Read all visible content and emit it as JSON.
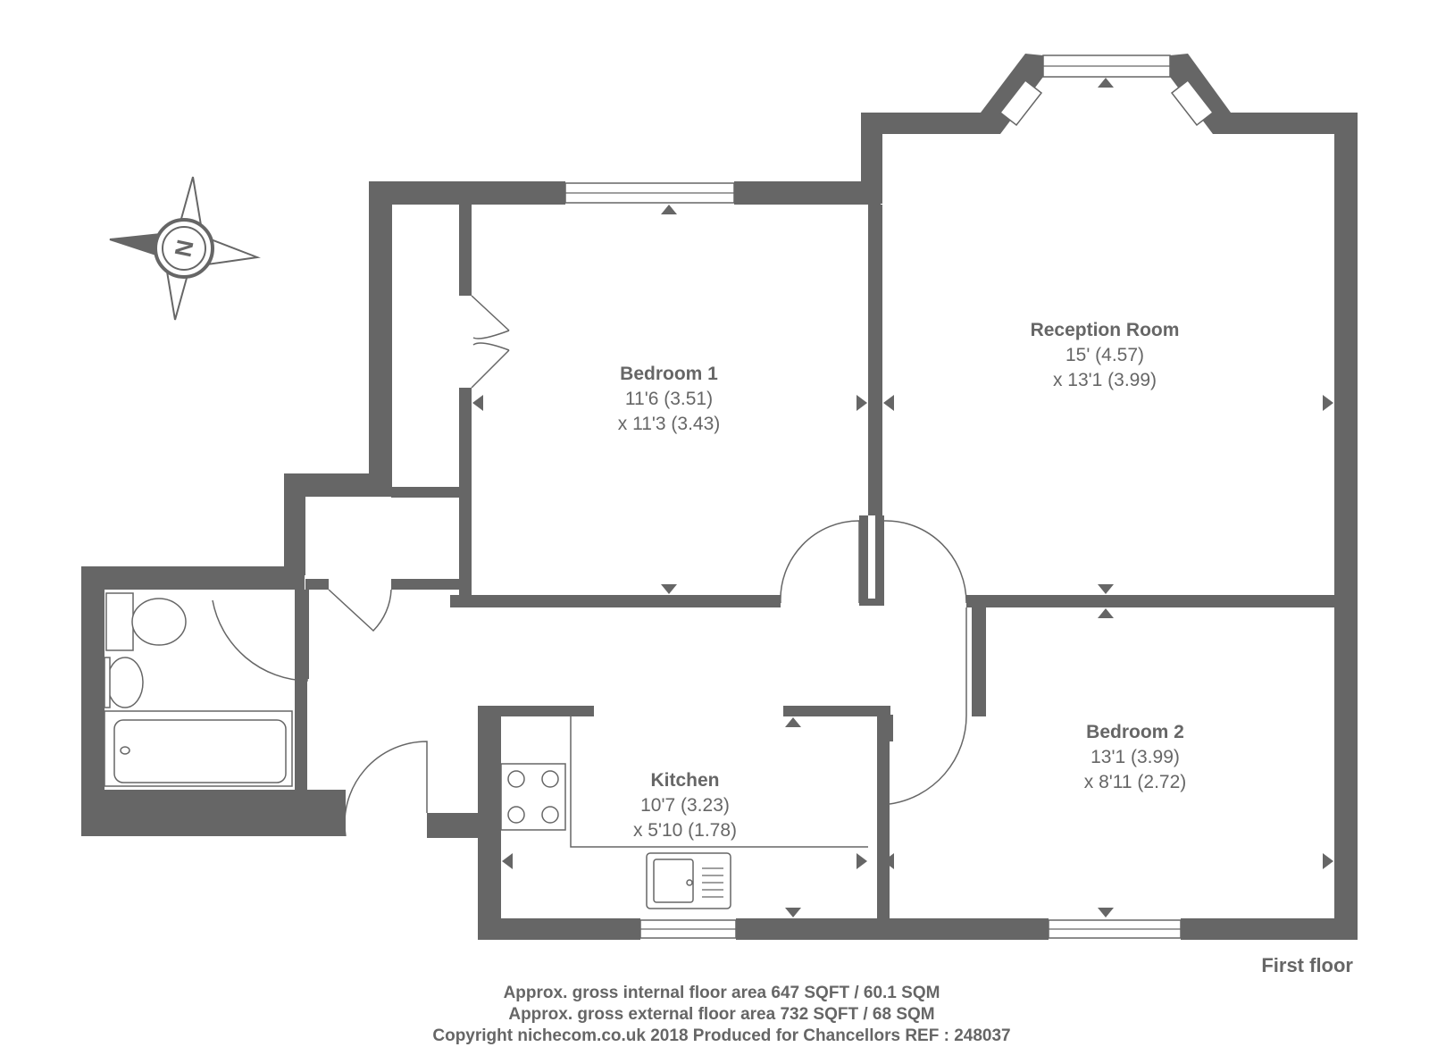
{
  "floor_label": "First floor",
  "compass": {
    "icon": "compass-north-icon",
    "letter": "N"
  },
  "rooms": [
    {
      "name": "Reception Room",
      "dim1": "15' (4.57)",
      "dim2": "x 13'1 (3.99)"
    },
    {
      "name": "Bedroom 1",
      "dim1": "11'6 (3.51)",
      "dim2": "x 11'3 (3.43)"
    },
    {
      "name": "Bedroom 2",
      "dim1": "13'1 (3.99)",
      "dim2": "x 8'11 (2.72)"
    },
    {
      "name": "Kitchen",
      "dim1": "10'7 (3.23)",
      "dim2": "x 5'10 (1.78)"
    }
  ],
  "footer": {
    "line1": "Approx. gross internal floor area 647 SQFT / 60.1 SQM",
    "line2": "Approx. gross external floor area 732 SQFT / 68 SQM",
    "line3": "Copyright nichecom.co.uk 2018 Produced for Chancellors REF : 248037"
  },
  "colors": {
    "wall": "#666666",
    "background": "#ffffff"
  }
}
